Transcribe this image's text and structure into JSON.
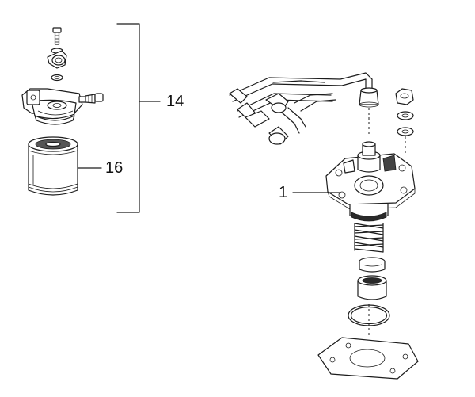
{
  "callouts": {
    "assembly_14": "14",
    "filter_16": "16",
    "pump_1": "1"
  }
}
